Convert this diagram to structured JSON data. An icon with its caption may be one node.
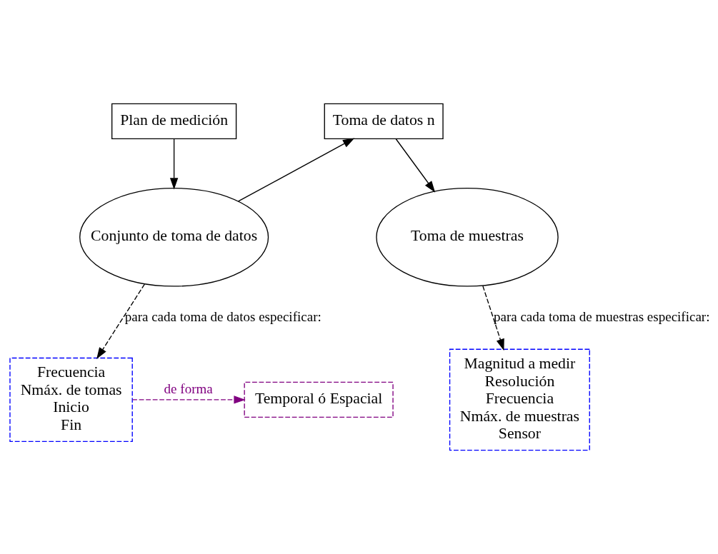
{
  "diagram": {
    "nodes": [
      {
        "text": [
          "Plan de medición"
        ]
      },
      {
        "text": [
          "Toma de datos n"
        ]
      },
      {
        "text": [
          "Conjunto de toma de datos"
        ]
      },
      {
        "text": [
          "Toma de muestras"
        ]
      },
      {
        "text": [
          "Frecuencia",
          "Nmáx. de tomas",
          "Inicio",
          "Fin"
        ]
      },
      {
        "text": [
          "Temporal ó Espacial"
        ]
      },
      {
        "text": [
          "Magnitud a medir",
          "Resolución",
          "Frecuencia",
          "Nmáx. de muestras",
          "Sensor"
        ]
      }
    ],
    "edges": [
      {
        "from": 0,
        "to": 2,
        "arrow": "to"
      },
      {
        "from": 2,
        "to": 1,
        "arrow": "to"
      },
      {
        "from": 1,
        "to": 3,
        "arrow": "to"
      },
      {
        "from": 2,
        "to": 4,
        "arrow": "to",
        "style": "dashed",
        "label": "para cada toma de datos especificar:"
      },
      {
        "from": 4,
        "to": 5,
        "arrow": "to",
        "style": "dashed",
        "color": "#800080",
        "label": "de forma"
      },
      {
        "from": 3,
        "to": 6,
        "arrow": "to",
        "style": "dashed",
        "label": "para cada toma de muestras especificar:"
      }
    ]
  }
}
